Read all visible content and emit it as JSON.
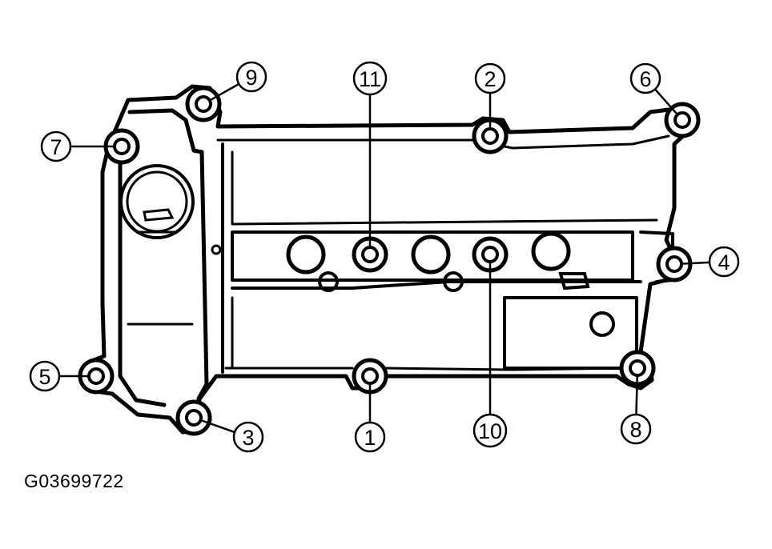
{
  "figure_code": "G03699722",
  "cap_label": "",
  "callouts": [
    {
      "id": "1",
      "label": "1"
    },
    {
      "id": "2",
      "label": "2"
    },
    {
      "id": "3",
      "label": "3"
    },
    {
      "id": "4",
      "label": "4"
    },
    {
      "id": "5",
      "label": "5"
    },
    {
      "id": "6",
      "label": "6"
    },
    {
      "id": "7",
      "label": "7"
    },
    {
      "id": "8",
      "label": "8"
    },
    {
      "id": "9",
      "label": "9"
    },
    {
      "id": "10",
      "label": "10"
    },
    {
      "id": "11",
      "label": "11"
    }
  ],
  "colors": {
    "line": "#000000",
    "fill": "#ffffff",
    "shade": "#111111"
  }
}
